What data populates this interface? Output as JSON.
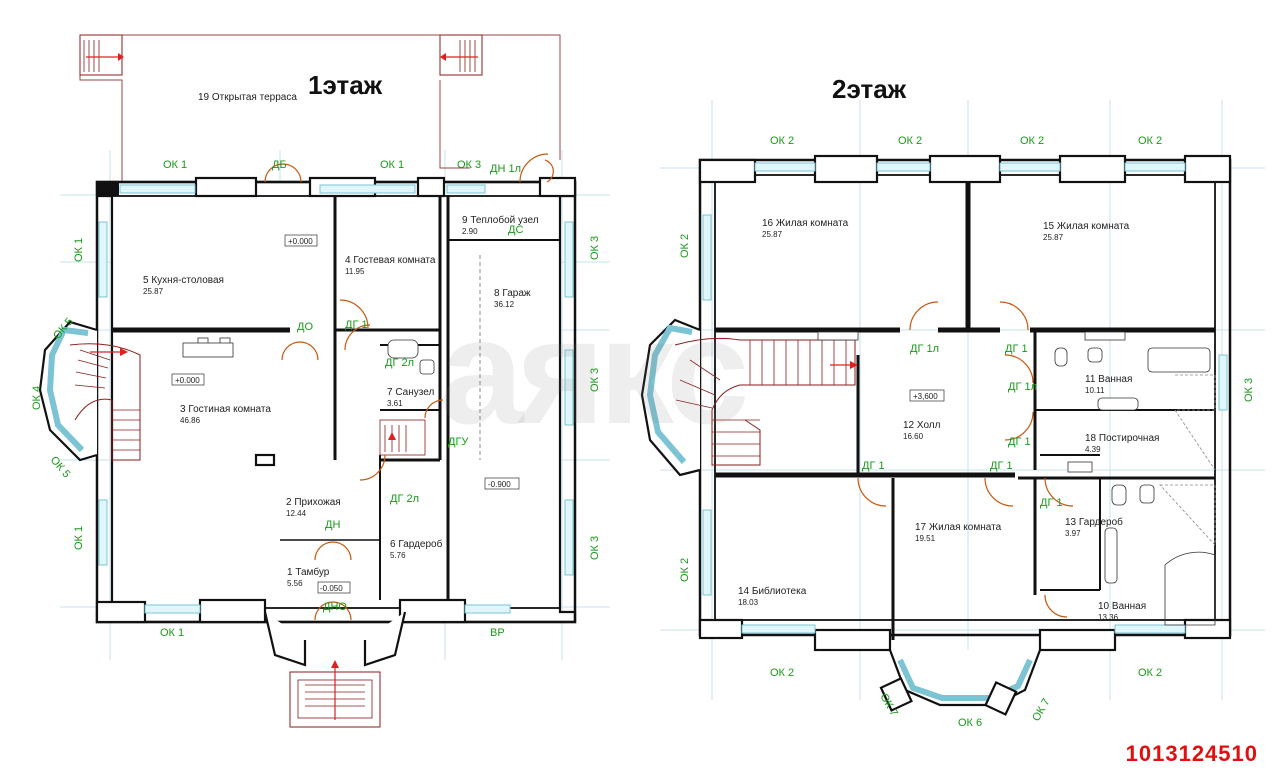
{
  "floor_titles": {
    "first": "1этаж",
    "second": "2этаж"
  },
  "listing_id": "1013124510",
  "watermark": "аякс",
  "floor1": {
    "rooms": [
      {
        "label": "19  Открытая терраса"
      },
      {
        "label": "5    Кухня-столовая",
        "area": "25.87"
      },
      {
        "label": "4    Гостевая комната",
        "area": "11.95"
      },
      {
        "label": "9    Теплобой узел",
        "area": "2.90"
      },
      {
        "label": "8    Гараж",
        "area": "36.12"
      },
      {
        "label": "3    Гостиная комната",
        "area": "46.86"
      },
      {
        "label": "7    Санузел",
        "area": "3.61"
      },
      {
        "label": "2    Прихожая",
        "area": "12.44"
      },
      {
        "label": "6    Гардероб",
        "area": "5.76"
      },
      {
        "label": "1    Тамбур",
        "area": "5.56"
      }
    ],
    "levels": [
      "+0.000",
      "+0.000",
      "-0.050",
      "-0.900"
    ],
    "openings": [
      "ОК 1",
      "ДБ",
      "ОК 1",
      "ОК 3",
      "ДН 1л",
      "ДС",
      "ОК 1",
      "ОК 3",
      "ОК 5",
      "ДО",
      "ДГ 1",
      "ДГ 2л",
      "ОК 4",
      "ОК 3",
      "ДГУ",
      "ОК 5",
      "ДГ 2л",
      "ДН",
      "ОК 1",
      "ОК 3",
      "ДНО",
      "ОК 1",
      "ВР"
    ]
  },
  "floor2": {
    "rooms": [
      {
        "label": "16    Жилая комната",
        "area": "25.87"
      },
      {
        "label": "15    Жилая комната",
        "area": "25.87"
      },
      {
        "label": "11    Ванная",
        "area": "10.11"
      },
      {
        "label": "12    Холл",
        "area": "16.60"
      },
      {
        "label": "18    Постирочная",
        "area": "4.39"
      },
      {
        "label": "17    Жилая комната",
        "area": "19.51"
      },
      {
        "label": "13    Гардероб",
        "area": "3.97"
      },
      {
        "label": "14    Библиотека",
        "area": "18.03"
      },
      {
        "label": "10    Ванная",
        "area": "13.36"
      }
    ],
    "levels": [
      "+3,600"
    ],
    "openings": [
      "ОК 2",
      "ОК 2",
      "ОК 2",
      "ОК 2",
      "ОК 2",
      "ДГ 1л",
      "ДГ 1",
      "ОК 3",
      "ДГ 1л",
      "ДГ 1",
      "ДГ 1",
      "ДГ 1",
      "ДГ 1",
      "ОК 2",
      "ОК 2",
      "ОК 2",
      "ОК 7",
      "ОК 6",
      "ОК 7"
    ]
  },
  "colors": {
    "walls": "#111111",
    "grid": "#c7e3ec",
    "windows": "#7cc4d4",
    "labels_green": "#1a9a1a",
    "doors": "#c55a11",
    "stairs": "#8b1d1d",
    "listing_id": "#e01010"
  }
}
